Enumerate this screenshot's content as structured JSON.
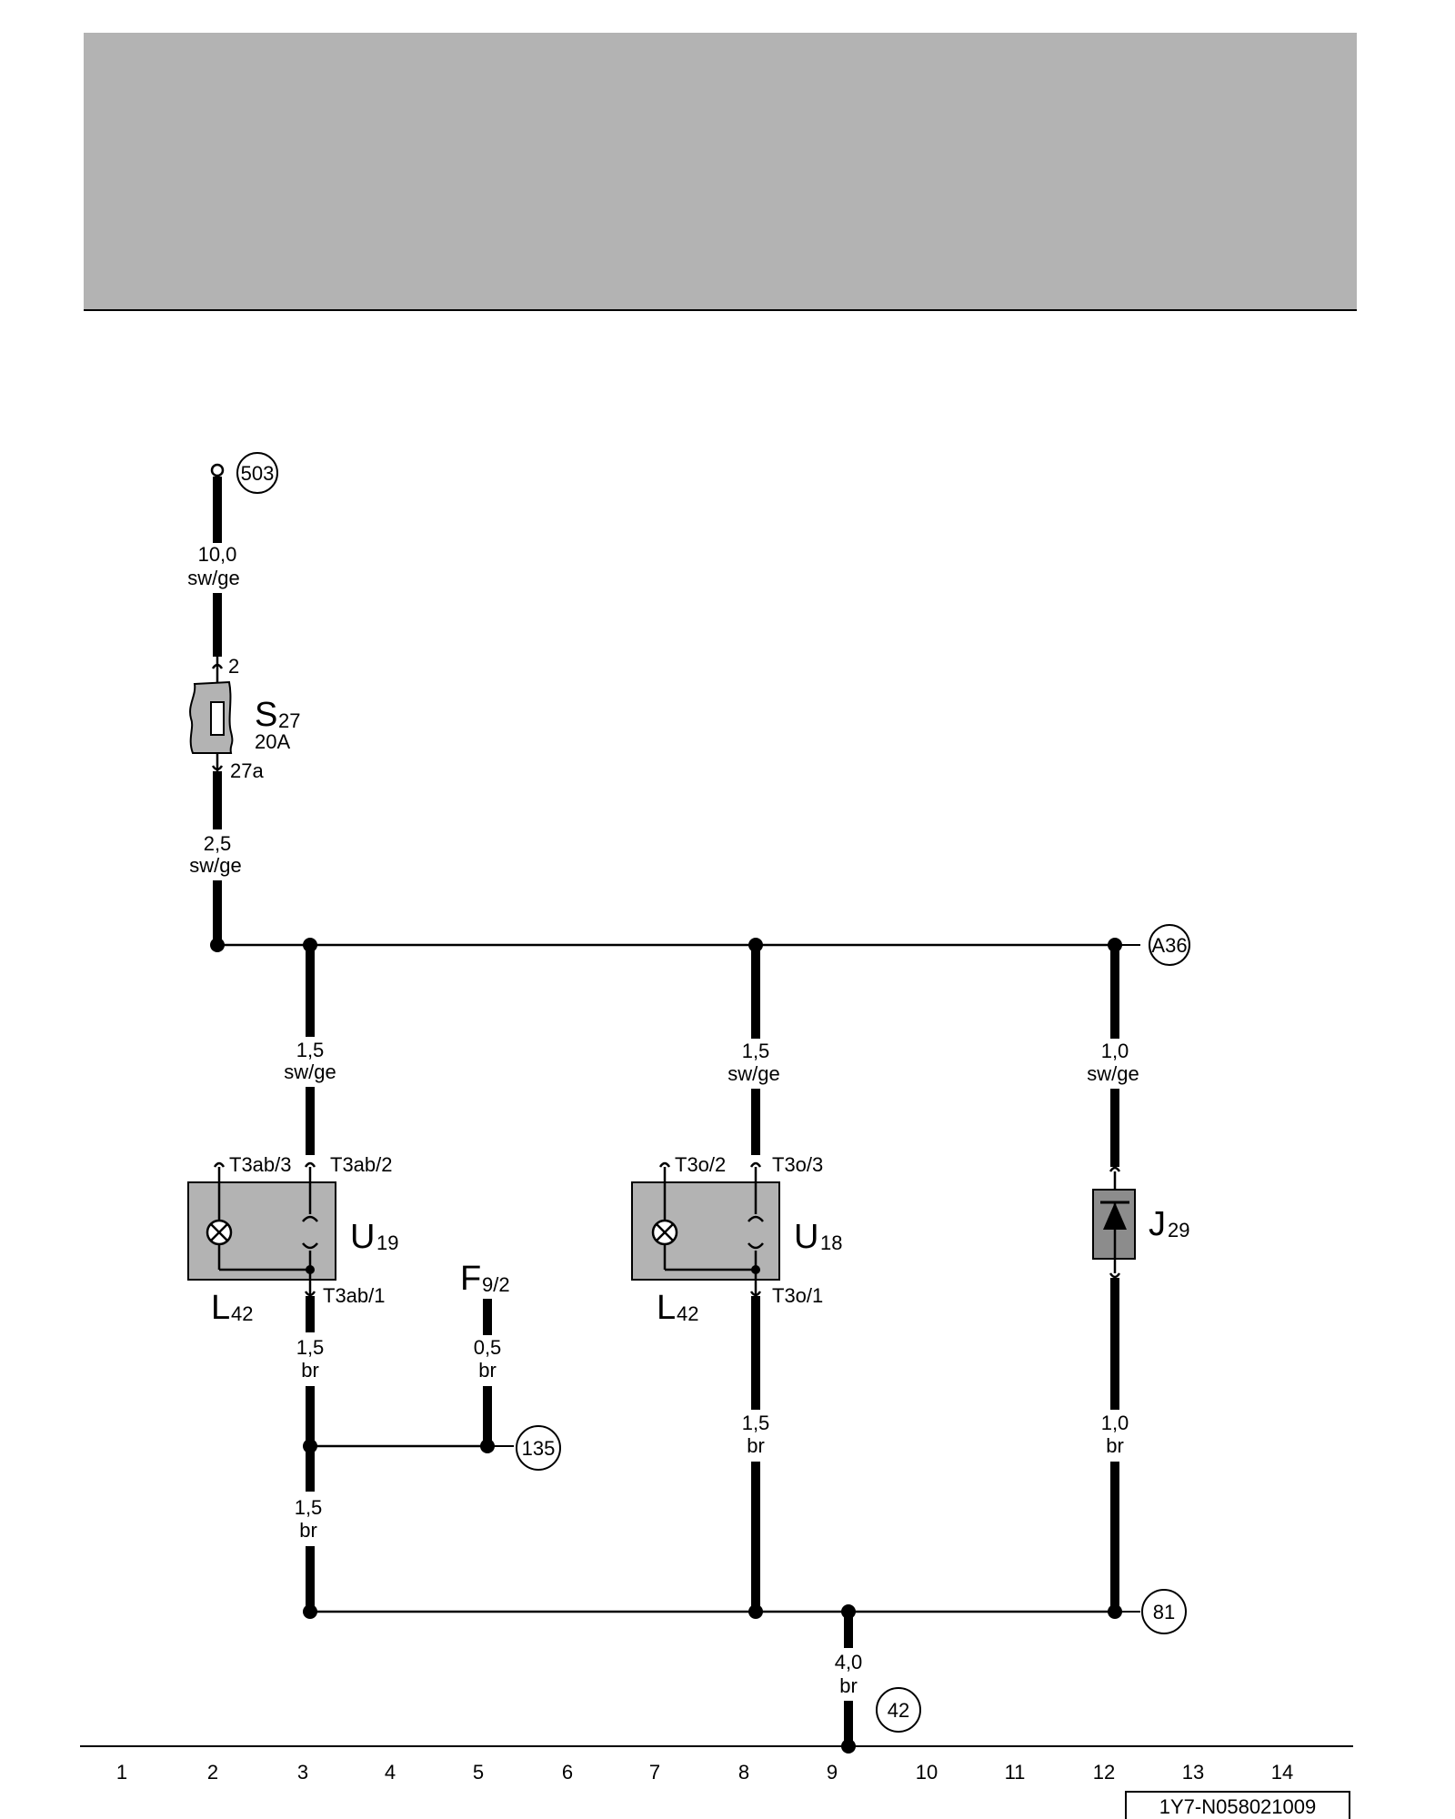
{
  "diagram": {
    "document_code": "1Y7-N058021009",
    "refs": {
      "r503": "503",
      "rA36": "A36",
      "r135": "135",
      "r81": "81",
      "r42": "42"
    },
    "wires": {
      "w1_size": "10,0",
      "w1_color": "sw/ge",
      "w2_size": "2,5",
      "w2_color": "sw/ge",
      "w3_size": "1,5",
      "w3_color": "sw/ge",
      "w4_size": "1,5",
      "w4_color": "sw/ge",
      "w5_size": "1,0",
      "w5_color": "sw/ge",
      "w6_size": "1,5",
      "w6_color": "br",
      "w7_size": "0,5",
      "w7_color": "br",
      "w8_size": "1,5",
      "w8_color": "br",
      "w9_size": "1,5",
      "w9_color": "br",
      "w10_size": "1,0",
      "w10_color": "br",
      "w11_size": "4,0",
      "w11_color": "br"
    },
    "components": {
      "s27_letter": "S",
      "s27_sub": "27",
      "s27_rating": "20A",
      "s27_pin_top": "2",
      "s27_pin_bottom": "27a",
      "u19_letter": "U",
      "u19_sub": "19",
      "u18_letter": "U",
      "u18_sub": "18",
      "l42a_letter": "L",
      "l42a_sub": "42",
      "l42b_letter": "L",
      "l42b_sub": "42",
      "j29_letter": "J",
      "j29_sub": "29",
      "f9_letter": "F",
      "f9_sub": "9/2"
    },
    "pins": {
      "t3ab3": "T3ab/3",
      "t3ab2": "T3ab/2",
      "t3ab1": "T3ab/1",
      "t3o2": "T3o/2",
      "t3o3": "T3o/3",
      "t3o1": "T3o/1"
    },
    "columns": [
      "1",
      "2",
      "3",
      "4",
      "5",
      "6",
      "7",
      "8",
      "9",
      "10",
      "11",
      "12",
      "13",
      "14"
    ]
  }
}
